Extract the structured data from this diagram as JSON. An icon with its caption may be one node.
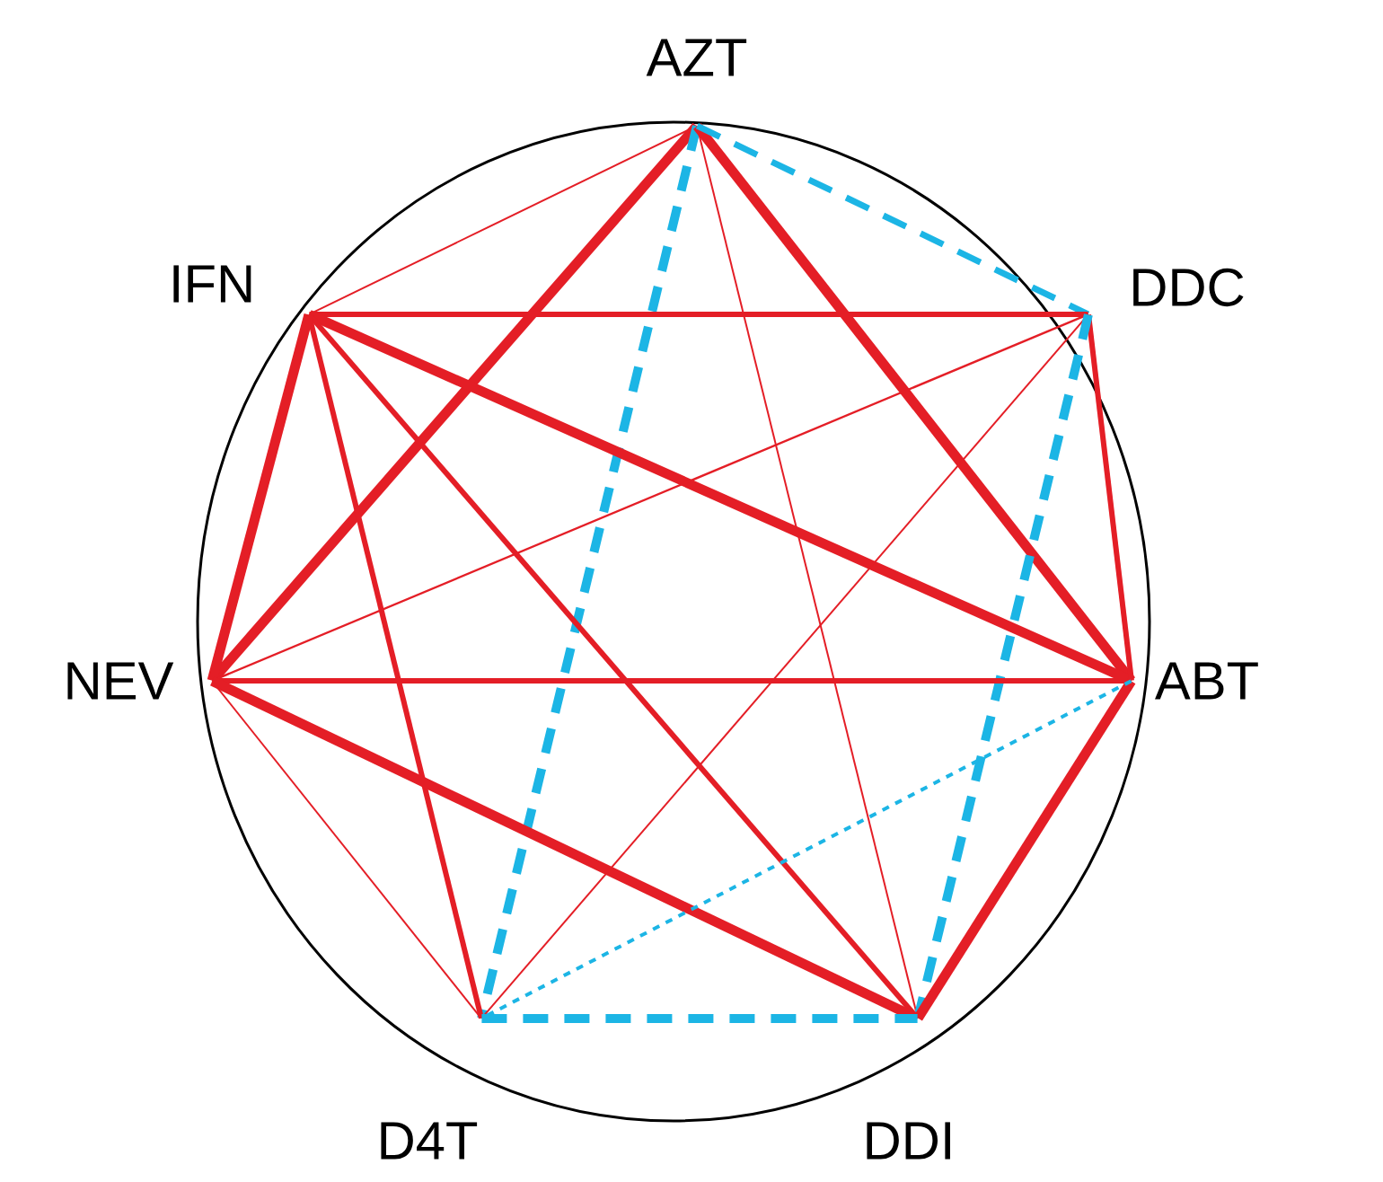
{
  "diagram": {
    "nodes": [
      {
        "text": [
          "AZT"
        ]
      },
      {
        "text": [
          "DDC"
        ]
      },
      {
        "text": [
          "ABT"
        ]
      },
      {
        "text": [
          "DDI"
        ]
      },
      {
        "text": [
          "D4T"
        ]
      },
      {
        "text": [
          "NEV"
        ]
      },
      {
        "text": [
          "IFN"
        ]
      }
    ],
    "edges": [
      {
        "from": 0,
        "to": 6,
        "arrow": "none"
      },
      {
        "from": 0,
        "to": 5,
        "arrow": "none",
        "style": "thick"
      },
      {
        "from": 0,
        "to": 4,
        "arrow": "none",
        "style": "dashed",
        "color": "#1cb5e5"
      },
      {
        "from": 0,
        "to": 3,
        "arrow": "none"
      },
      {
        "from": 0,
        "to": 2,
        "arrow": "none",
        "style": "thick"
      },
      {
        "from": 0,
        "to": 1,
        "arrow": "none",
        "style": "dashed",
        "color": "#1cb5e5"
      },
      {
        "from": 6,
        "to": 1,
        "arrow": "none"
      },
      {
        "from": 6,
        "to": 2,
        "arrow": "none",
        "style": "thick"
      },
      {
        "from": 6,
        "to": 3,
        "arrow": "none"
      },
      {
        "from": 6,
        "to": 4,
        "arrow": "none"
      },
      {
        "from": 6,
        "to": 5,
        "arrow": "none",
        "style": "thick"
      },
      {
        "from": 1,
        "to": 5,
        "arrow": "none"
      },
      {
        "from": 1,
        "to": 4,
        "arrow": "none"
      },
      {
        "from": 1,
        "to": 2,
        "arrow": "none"
      },
      {
        "from": 1,
        "to": 3,
        "arrow": "none",
        "style": "dashed",
        "color": "#1cb5e5"
      },
      {
        "from": 5,
        "to": 2,
        "arrow": "none"
      },
      {
        "from": 5,
        "to": 3,
        "arrow": "none",
        "style": "thick"
      },
      {
        "from": 5,
        "to": 4,
        "arrow": "none"
      },
      {
        "from": 2,
        "to": 3,
        "arrow": "none",
        "style": "thick"
      },
      {
        "from": 2,
        "to": 4,
        "arrow": "none",
        "style": "dashed",
        "color": "#1cb5e5"
      },
      {
        "from": 4,
        "to": 3,
        "arrow": "none",
        "style": "dashed",
        "color": "#1cb5e5"
      }
    ]
  }
}
